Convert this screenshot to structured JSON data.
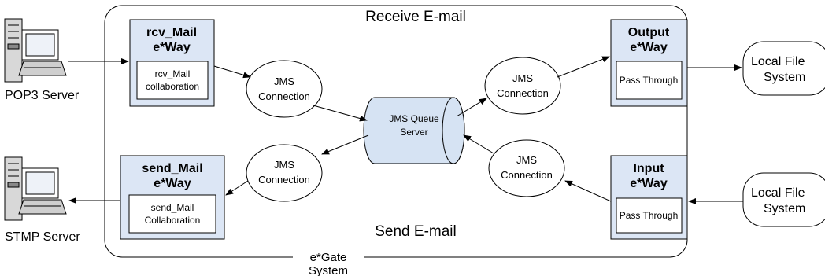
{
  "system": {
    "label_line1": "e*Gate",
    "label_line2": "System"
  },
  "sections": {
    "receive_title": "Receive E-mail",
    "send_title": "Send E-mail"
  },
  "servers": {
    "pop3": {
      "label": "POP3 Server",
      "icon": "server-computer-icon"
    },
    "stmp": {
      "label": "STMP Server",
      "icon": "server-computer-icon"
    }
  },
  "eways": {
    "rcv": {
      "title1": "rcv_Mail",
      "title2": "e*Way",
      "inner1": "rcv_Mail",
      "inner2": "collaboration"
    },
    "send": {
      "title1": "send_Mail",
      "title2": "e*Way",
      "inner1": "send_Mail",
      "inner2": "Collaboration"
    },
    "output": {
      "title1": "Output",
      "title2": "e*Way",
      "inner1": "Pass Through"
    },
    "input": {
      "title1": "Input",
      "title2": "e*Way",
      "inner1": "Pass Through"
    }
  },
  "connections": {
    "c1": {
      "line1": "JMS",
      "line2": "Connection"
    },
    "c2": {
      "line1": "JMS",
      "line2": "Connection"
    },
    "c3": {
      "line1": "JMS",
      "line2": "Connection"
    },
    "c4": {
      "line1": "JMS",
      "line2": "Connection"
    }
  },
  "queue": {
    "line1": "JMS Queue",
    "line2": "Server"
  },
  "filesystems": {
    "top": {
      "line1": "Local File",
      "line2": "System"
    },
    "bottom": {
      "line1": "Local File",
      "line2": "System"
    }
  },
  "colors": {
    "eway_fill": "#dce6f5",
    "queue_fill": "#d6e3f3",
    "stroke": "#000000",
    "background": "#ffffff"
  }
}
